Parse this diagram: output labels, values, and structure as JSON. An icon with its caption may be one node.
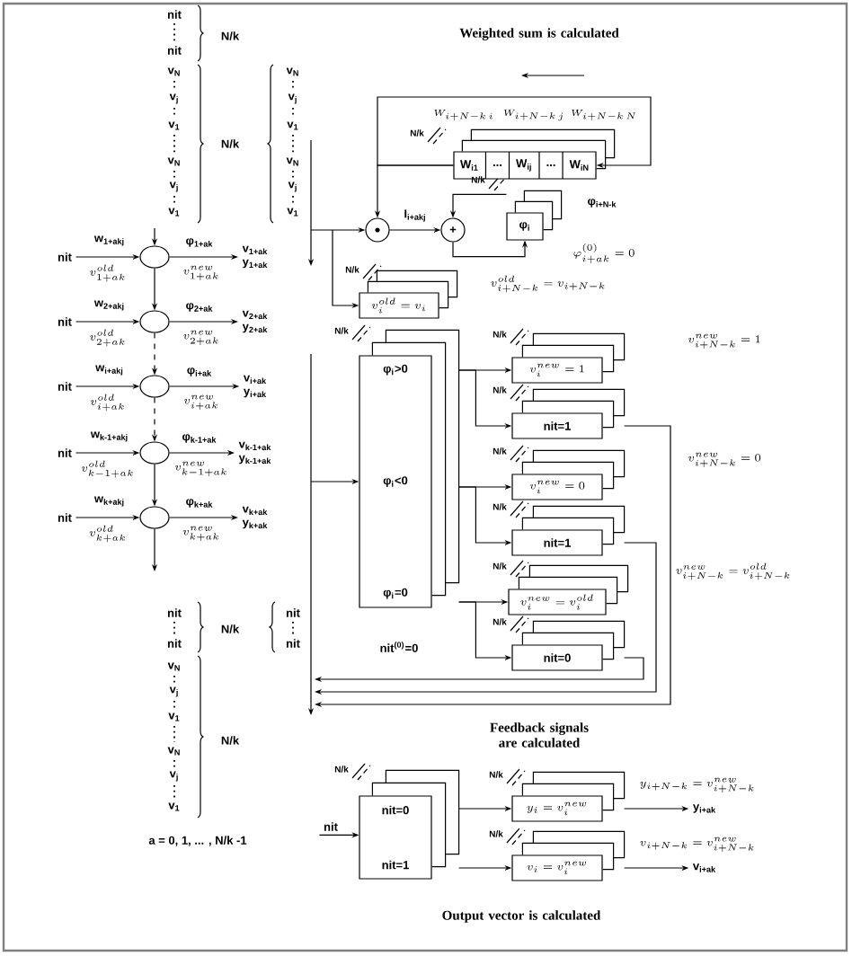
{
  "diagram": {
    "nodes": [
      {
        "text": [],
        "shape": "circle"
      },
      {
        "text": [
          "+"
        ]
      },
      {
        "text": [
          "W$_{i1}$",
          "...",
          "W$_{ij}$",
          "...",
          "W$_{iN}$"
        ]
      },
      {
        "text": [
          "φ$_{i}$"
        ]
      },
      {
        "text": [
          "v^{old}_{i}=v_{i}"
        ]
      },
      {
        "text": [
          "φ$_{i}$>0",
          "φ$_{i}$<0",
          "φ$_{i}$=0"
        ]
      },
      {
        "text": [
          "v^{new}_{i}=1"
        ]
      },
      {
        "text": [
          "nit=1"
        ]
      },
      {
        "text": [
          "v^{new}_{i}=0"
        ]
      },
      {
        "text": [
          "nit=1"
        ]
      },
      {
        "text": [
          "v^{new}_{i}=v^{old}_{i}"
        ]
      },
      {
        "text": [
          "nit=0"
        ]
      },
      {
        "text": [
          "nit=0",
          "nit=1"
        ]
      },
      {
        "text": [
          "y_{i}=v^{new}_{i}"
        ]
      },
      {
        "text": [
          "v_{i}=v^{new}_{i}"
        ]
      },
      {
        "text": [
          "nit"
        ]
      },
      {
        "text": [
          "y$_{i+ak}$"
        ]
      },
      {
        "text": [
          "v$_{i+ak}$"
        ]
      },
      {
        "text": [],
        "shape": "circle"
      },
      {
        "text": [],
        "shape": "circle"
      },
      {
        "text": [],
        "shape": "circle"
      },
      {
        "text": [],
        "shape": "circle"
      },
      {
        "text": [],
        "shape": "circle"
      },
      {
        "text": [
          "nit"
        ]
      },
      {
        "text": [
          "nit"
        ]
      },
      {
        "text": [
          "nit"
        ]
      },
      {
        "text": [
          "nit"
        ]
      },
      {
        "text": [
          "nit"
        ]
      },
      {
        "text": [
          "v$_{1+ak}$",
          "y$_{1+ak}$"
        ]
      },
      {
        "text": [
          "v$_{2+ak}$",
          "y$_{2+ak}$"
        ]
      },
      {
        "text": [
          "v$_{i+ak}$",
          "y$_{i+ak}$"
        ]
      },
      {
        "text": [
          "v$_{k-1+ak}$",
          "y$_{k-1+ak}$"
        ]
      },
      {
        "text": [
          "v$_{k+ak}$",
          "y$_{k+ak}$"
        ]
      }
    ],
    "edges": [
      {
        "from": 2,
        "to": 2,
        "arrow": "to"
      },
      {
        "from": 2,
        "to": 0,
        "arrow": "to"
      },
      {
        "from": null,
        "to": 0,
        "arrow": "to"
      },
      {
        "from": 0,
        "to": 1,
        "arrow": "to",
        "label": "I$_{i+akj}$"
      },
      {
        "from": 3,
        "to": 1,
        "arrow": "to"
      },
      {
        "from": 1,
        "to": 3,
        "arrow": "to"
      },
      {
        "from": null,
        "to": 4,
        "arrow": "to"
      },
      {
        "from": null,
        "to": 5,
        "arrow": "to"
      },
      {
        "from": 5,
        "to": 6,
        "arrow": "to"
      },
      {
        "from": 5,
        "to": 7,
        "arrow": "to"
      },
      {
        "from": 5,
        "to": 8,
        "arrow": "to"
      },
      {
        "from": 5,
        "to": 9,
        "arrow": "to"
      },
      {
        "from": 5,
        "to": 10,
        "arrow": "to"
      },
      {
        "from": 5,
        "to": 11,
        "arrow": "to"
      },
      {
        "from": 7,
        "to": null,
        "arrow": "to"
      },
      {
        "from": 9,
        "to": null,
        "arrow": "to"
      },
      {
        "from": 11,
        "to": null,
        "arrow": "to"
      },
      {
        "from": 15,
        "to": 12,
        "arrow": "to"
      },
      {
        "from": 12,
        "to": 13,
        "arrow": "to"
      },
      {
        "from": 12,
        "to": 14,
        "arrow": "to"
      },
      {
        "from": 13,
        "to": 16,
        "arrow": "to"
      },
      {
        "from": 14,
        "to": 17,
        "arrow": "to"
      },
      {
        "from": null,
        "to": 18,
        "arrow": "to"
      },
      {
        "from": 23,
        "to": 18,
        "arrow": "to",
        "label": "w$_{1+akj}$"
      },
      {
        "from": 24,
        "to": 19,
        "arrow": "to",
        "label": "w$_{2+akj}$"
      },
      {
        "from": 25,
        "to": 20,
        "arrow": "to",
        "label": "w$_{i+akj}$"
      },
      {
        "from": 26,
        "to": 21,
        "arrow": "to",
        "label": "w$_{k-1+akj}$"
      },
      {
        "from": 27,
        "to": 22,
        "arrow": "to",
        "label": "w$_{k+akj}$"
      },
      {
        "from": 18,
        "to": 28,
        "arrow": "to",
        "label": "φ$_{1+ak}$"
      },
      {
        "from": 19,
        "to": 29,
        "arrow": "to",
        "label": "φ$_{2+ak}$"
      },
      {
        "from": 20,
        "to": 30,
        "arrow": "to",
        "label": "φ$_{i+ak}$"
      },
      {
        "from": 21,
        "to": 31,
        "arrow": "to",
        "label": "φ$_{k-1+ak}$"
      },
      {
        "from": 22,
        "to": 32,
        "arrow": "to",
        "label": "φ$_{k+ak}$"
      },
      {
        "from": 18,
        "to": 19,
        "arrow": "to"
      },
      {
        "from": 19,
        "to": 20,
        "arrow": "to",
        "style": "dashed"
      },
      {
        "from": 20,
        "to": 21,
        "arrow": "to",
        "style": "dashed"
      },
      {
        "from": 21,
        "to": 22,
        "arrow": "to"
      },
      {
        "from": 22,
        "to": null,
        "arrow": "to"
      }
    ],
    "labels": [
      "Weighted sum is calculated",
      "W_{i+N-k\\,i}",
      "W_{i+N-k\\,j}",
      "W_{i+N-k\\,N}",
      "N/k",
      "N/k",
      "φ$_{i+N-k}$",
      "\\varphi^{(0)}_{i+ak}=0",
      "N/k",
      "v^{old}_{i+N-k}=v_{i+N-k}",
      "N/k",
      "N/k",
      "v^{new}_{i+N-k}=1",
      "N/k",
      "N/k",
      "v^{new}_{i+N-k}=0",
      "N/k",
      "v^{new}_{i+N-k}=v^{old}_{i+N-k}",
      "N/k",
      "N/k",
      "nit$^{(0)}$=0",
      "Feedback signals are calculated",
      "N/k",
      "N/k",
      "y_{i+N-k}=v^{new}_{i+N-k}",
      "N/k",
      "v_{i+N-k}=v^{new}_{i+N-k}",
      "Output vector is calculated",
      "nit",
      "nit",
      "N/k",
      "v$_{N}$",
      "v$_{j}$",
      "v$_{1}$",
      "v$_{N}$",
      "v$_{j}$",
      "v$_{1}$",
      "N/k",
      "v$_{N}$",
      "v$_{j}$",
      "v$_{1}$",
      "v$_{N}$",
      "v$_{j}$",
      "v$_{1}$",
      "v^{old}_{1+ak}",
      "v^{old}_{2+ak}",
      "v^{old}_{i+ak}",
      "v^{old}_{k-1+ak}",
      "v^{old}_{k+ak}",
      "v^{new}_{1+ak}",
      "v^{new}_{2+ak}",
      "v^{new}_{i+ak}",
      "v^{new}_{k-1+ak}",
      "v^{new}_{k+ak}",
      "nit",
      "nit",
      "N/k",
      "nit",
      "nit",
      "v$_{N}$",
      "v$_{j}$",
      "v$_{1}$",
      "v$_{N}$",
      "v$_{j}$",
      "v$_{1}$",
      "N/k",
      "a = 0, 1, ... , N/k -1"
    ]
  }
}
